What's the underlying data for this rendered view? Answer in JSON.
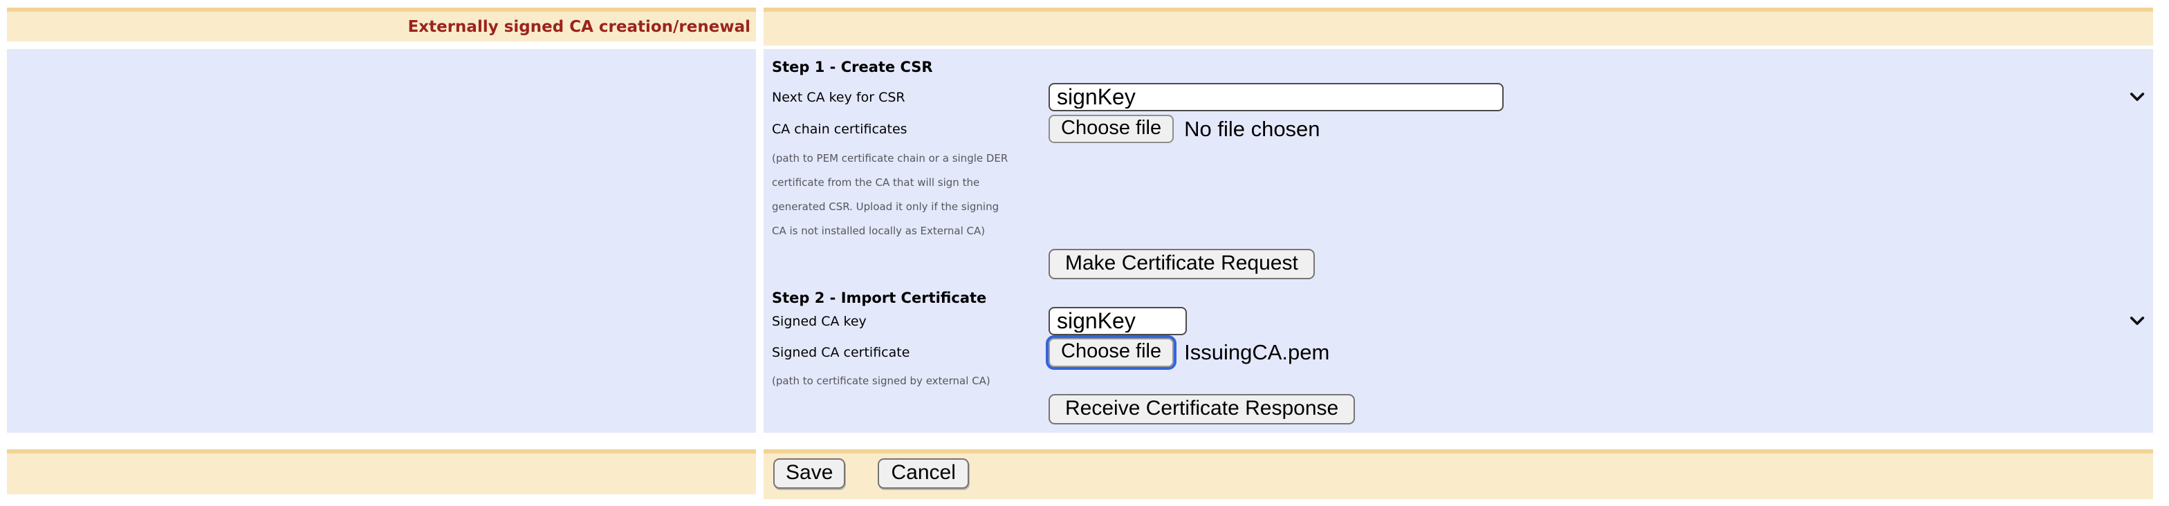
{
  "header": {
    "title": "Externally signed CA creation/renewal"
  },
  "step1": {
    "heading": "Step 1 - Create CSR",
    "next_key_label": "Next CA key for CSR",
    "next_key_value": "signKey",
    "chain_label": "CA chain certificates",
    "choose_file_label": "Choose file",
    "file_status": "No file chosen",
    "help_lines": [
      "(path to PEM certificate chain or a single DER",
      "certificate from the CA that will sign the",
      "generated CSR. Upload it only if the signing",
      "CA is not installed locally as External CA)"
    ],
    "make_request_button": "Make Certificate Request"
  },
  "step2": {
    "heading": "Step 2 - Import Certificate",
    "signed_key_label": "Signed CA key",
    "signed_key_value": "signKey",
    "signed_cert_label": "Signed CA certificate",
    "choose_file_label": "Choose file",
    "file_name": "IssuingCA.pem",
    "help": "(path to certificate signed by external CA)",
    "receive_button": "Receive Certificate Response"
  },
  "footer": {
    "save_label": "Save",
    "cancel_label": "Cancel"
  },
  "colors": {
    "header_band": "#f2d394",
    "header_bg": "#faeccb",
    "content_bg": "#e4e8fb",
    "title_text": "#9b241d",
    "focus_ring": "#3465d9",
    "help_text": "#56575b"
  }
}
